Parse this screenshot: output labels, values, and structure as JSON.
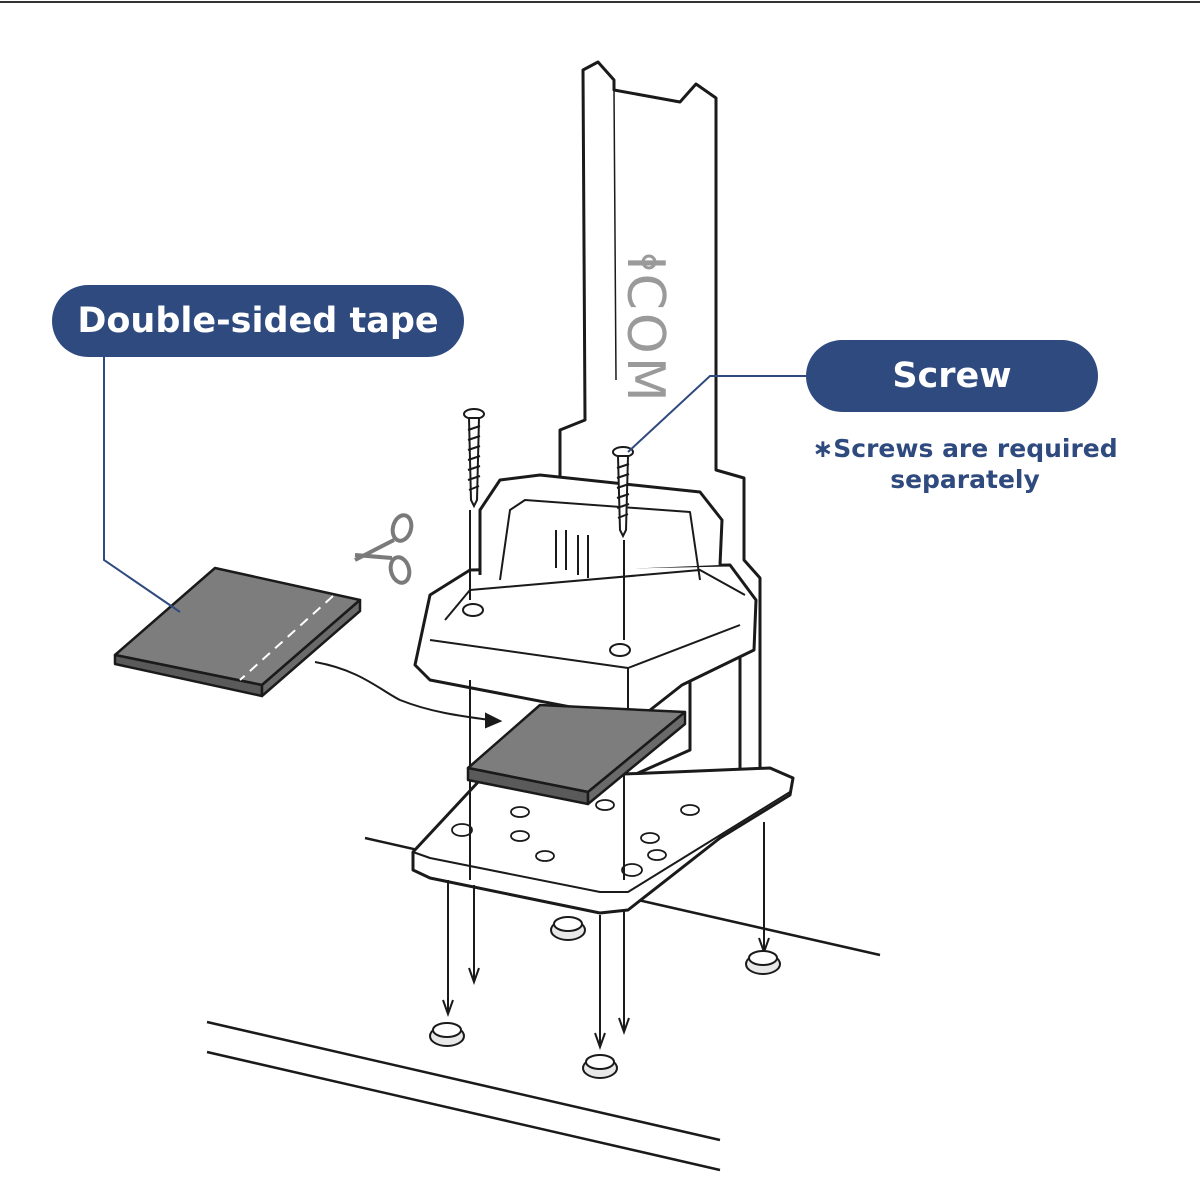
{
  "labels": {
    "tape": "Double-sided tape",
    "screw": "Screw",
    "note_line1": "∗Screws are required",
    "note_line2": "separately"
  },
  "brand_text": "ICOM",
  "colors": {
    "label_fill": "#2f4a7e",
    "label_text": "#ffffff",
    "note_text": "#2f4a7e",
    "line_art": "#1a1a1a",
    "tape_fill": "#7d7d7d",
    "brand_gray": "#9a9a9a"
  }
}
